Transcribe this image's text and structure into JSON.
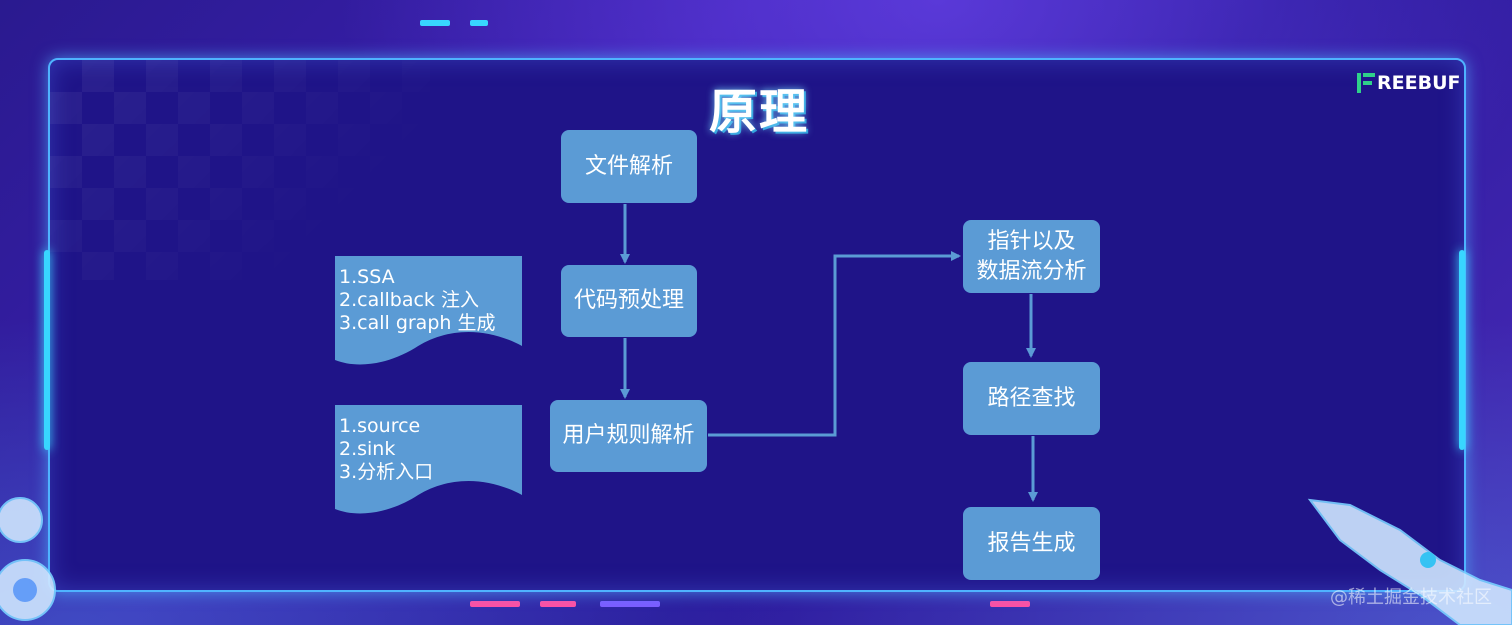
{
  "slide": {
    "title": "原理",
    "logo_text": "REEBUF",
    "watermark": "@稀土掘金技术社区"
  },
  "flow": {
    "left_column": [
      {
        "id": "file-parse",
        "label": "文件解析"
      },
      {
        "id": "code-preprocess",
        "label": "代码预处理"
      },
      {
        "id": "user-rule-parse",
        "label": "用户规则解析"
      }
    ],
    "right_column": [
      {
        "id": "pointer-dataflow",
        "label_line1": "指针以及",
        "label_line2": "数据流分析"
      },
      {
        "id": "path-search",
        "label": "路径查找"
      },
      {
        "id": "report-gen",
        "label": "报告生成"
      }
    ],
    "notes": [
      {
        "id": "preprocess-note",
        "lines": [
          "1.SSA",
          "2.callback 注入",
          "3.call graph 生成"
        ]
      },
      {
        "id": "rule-note",
        "lines": [
          "1.source",
          "2.sink",
          "3.分析入口"
        ]
      }
    ]
  },
  "colors": {
    "box_fill": "#5b9bd5",
    "arrow": "#5b9bd5",
    "panel_border": "#4fb3ff",
    "background": "#2a1a8f"
  }
}
